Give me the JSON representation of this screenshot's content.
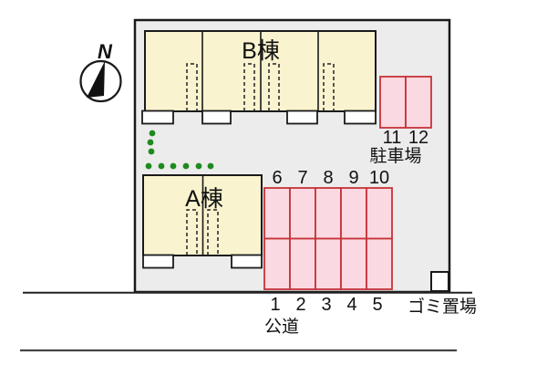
{
  "compass": {
    "north": "N"
  },
  "buildings": {
    "b_label": "B棟",
    "a_label": "A棟"
  },
  "parking": {
    "area_label": "駐車場",
    "top_row": [
      "6",
      "7",
      "8",
      "9",
      "10"
    ],
    "bottom_row": [
      "1",
      "2",
      "3",
      "4",
      "5"
    ],
    "side_row": [
      "11",
      "12"
    ]
  },
  "garbage": {
    "label": "ゴミ置場"
  },
  "road": {
    "label": "公道"
  },
  "colors": {
    "site_fill": "#ececec",
    "building_fill": "#faf3cf",
    "outline": "#1a1a1a",
    "parking_fill": "#fbd9e2",
    "parking_outline": "#c63438",
    "path_dot_green": "#1e8a1e"
  }
}
